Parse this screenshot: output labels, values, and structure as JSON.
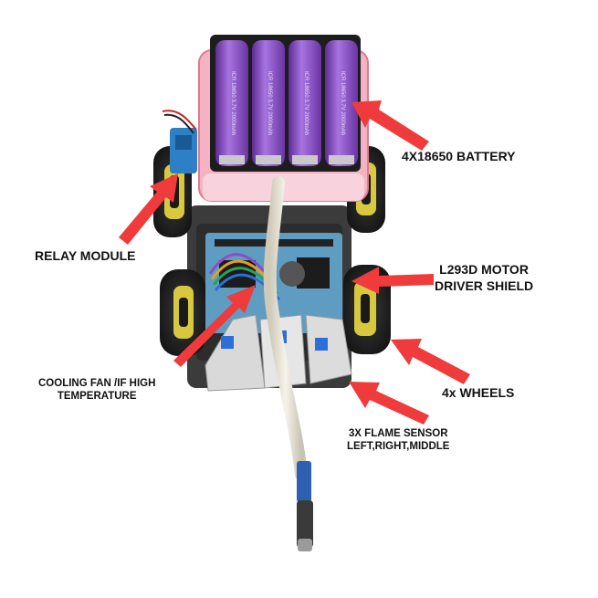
{
  "labels": {
    "battery": "4X18650 BATTERY",
    "relay": "RELAY MODULE",
    "motor_driver_line1": "L293D MOTOR",
    "motor_driver_line2": "DRIVER SHIELD",
    "cooling_line1": "COOLING FAN /IF HIGH",
    "cooling_line2": "TEMPERATURE",
    "wheels": "4x WHEELS",
    "flame_line1": "3X FLAME SENSOR",
    "flame_line2": "LEFT,RIGHT,MIDDLE"
  },
  "colors": {
    "arrow": "#ef3b3b",
    "battery_cell": "#8a4fc7",
    "holder": "#1d1d1d",
    "case": "#f3b3c3",
    "tire": "#2a2a2a",
    "hub": "#e6d64a",
    "board": "#6fa8c9",
    "sensor": "#dcdcdc",
    "tube": "#e8e4d8"
  },
  "battery_cells": [
    {
      "text": "ICR 18650 3.7V 2000mAh"
    },
    {
      "text": "ICR 18650 3.7V 2000mAh"
    },
    {
      "text": "ICR 18650 3.7V 2000mAh"
    },
    {
      "text": "ICR 18650 3.7V 2000mAh"
    }
  ]
}
